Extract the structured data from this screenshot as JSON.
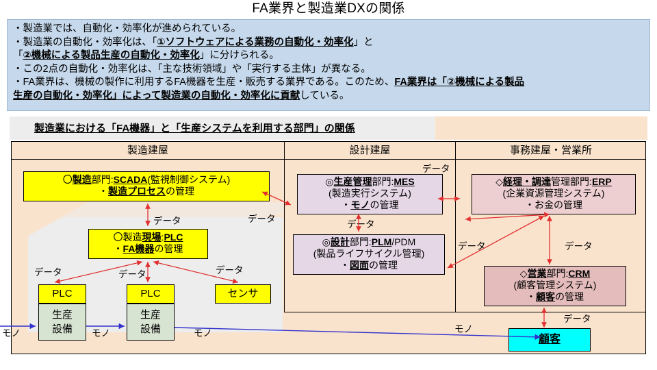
{
  "title": "FA業界と製造業DXの関係",
  "intro": {
    "lines": [
      [
        {
          "t": "・製造業では、自動化・効率化が進められている。",
          "s": "n"
        }
      ],
      [
        {
          "t": "・製造業の自動化・効率化は、「",
          "s": "n"
        },
        {
          "t": "①ソフトウェアによる業務の自動化・効率化",
          "s": "bu"
        },
        {
          "t": "」と",
          "s": "n"
        }
      ],
      [
        {
          "t": "「",
          "s": "n"
        },
        {
          "t": "②機械による製品生産の自動化・効率化",
          "s": "bu"
        },
        {
          "t": "」に分けられる。",
          "s": "n"
        }
      ],
      [
        {
          "t": "・この2点の自動化・効率化は、「主な技術領域」や「実行する主体」が異なる。",
          "s": "n"
        }
      ],
      [
        {
          "t": "・FA業界は、機械の製作に利用するFA機器を生産・販売する業界である。このため、",
          "s": "n"
        },
        {
          "t": "FA業界は「②機械による製品",
          "s": "bu"
        }
      ],
      [
        {
          "t": "生産の自動化・効率化」によって製造業の自動化・効率化に貢献",
          "s": "bu"
        },
        {
          "t": "している。",
          "s": "n"
        }
      ]
    ]
  },
  "subtitle": "製造業における「FA機器」と「生産システムを利用する部門」の関係",
  "columns": [
    {
      "label": "製造建屋"
    },
    {
      "label": "設計建屋"
    },
    {
      "label": "事務建屋・営業所"
    }
  ],
  "boxes": {
    "scada": [
      [
        {
          "t": "〇",
          "s": "n"
        },
        {
          "t": "製造",
          "s": "bu"
        },
        {
          "t": "部門:",
          "s": "n"
        },
        {
          "t": "SCADA",
          "s": "bu"
        },
        {
          "t": "(監視制御システム)",
          "s": "n"
        }
      ],
      [
        {
          "t": "・",
          "s": "n"
        },
        {
          "t": "製造プロセス",
          "s": "bu"
        },
        {
          "t": "の管理",
          "s": "n"
        }
      ]
    ],
    "plc_site": [
      [
        {
          "t": "〇製造",
          "s": "n"
        },
        {
          "t": "現場",
          "s": "bu"
        },
        {
          "t": ":",
          "s": "n"
        },
        {
          "t": "PLC",
          "s": "bu"
        }
      ],
      [
        {
          "t": "・",
          "s": "n"
        },
        {
          "t": "FA機器",
          "s": "bu"
        },
        {
          "t": "の管理",
          "s": "n"
        }
      ]
    ],
    "plc1": "PLC",
    "plc2": "PLC",
    "sensor": "センサ",
    "equip1_l1": "生産",
    "equip1_l2": "設備",
    "equip2_l1": "生産",
    "equip2_l2": "設備",
    "mes": [
      [
        {
          "t": "◎",
          "s": "n"
        },
        {
          "t": "生産管理",
          "s": "bu"
        },
        {
          "t": "部門:",
          "s": "n"
        },
        {
          "t": "MES",
          "s": "bu"
        }
      ],
      [
        {
          "t": "(製造実行システム)",
          "s": "n"
        }
      ],
      [
        {
          "t": "・",
          "s": "n"
        },
        {
          "t": "モノ",
          "s": "bu"
        },
        {
          "t": "の管理",
          "s": "n"
        }
      ]
    ],
    "plm": [
      [
        {
          "t": "◎",
          "s": "n"
        },
        {
          "t": "設計",
          "s": "bu"
        },
        {
          "t": "部門:",
          "s": "n"
        },
        {
          "t": "PLM",
          "s": "bu"
        },
        {
          "t": "/PDM",
          "s": "n"
        }
      ],
      [
        {
          "t": "(製品ライフサイクル管理)",
          "s": "n"
        }
      ],
      [
        {
          "t": "・",
          "s": "n"
        },
        {
          "t": "図面",
          "s": "bu"
        },
        {
          "t": "の管理",
          "s": "n"
        }
      ]
    ],
    "erp": [
      [
        {
          "t": "◇",
          "s": "n"
        },
        {
          "t": "経理・調達",
          "s": "bu"
        },
        {
          "t": "管理部門:",
          "s": "n"
        },
        {
          "t": "ERP",
          "s": "bu"
        }
      ],
      [
        {
          "t": "(企業資源管理システム)",
          "s": "n"
        }
      ],
      [
        {
          "t": "・お金の管理",
          "s": "n"
        }
      ]
    ],
    "crm": [
      [
        {
          "t": "◇",
          "s": "n"
        },
        {
          "t": "営業",
          "s": "bu"
        },
        {
          "t": "部門:",
          "s": "n"
        },
        {
          "t": "CRM",
          "s": "bu"
        }
      ],
      [
        {
          "t": "(顧客管理システム)",
          "s": "n"
        }
      ],
      [
        {
          "t": "・",
          "s": "n"
        },
        {
          "t": "顧客",
          "s": "bu"
        },
        {
          "t": "の管理",
          "s": "n"
        }
      ]
    ],
    "customer": "顧客"
  },
  "edge_labels": {
    "data": "データ",
    "mono": "モノ"
  },
  "colors": {
    "intro_bg": "#c6d9ec",
    "frame_bg": "#fae3cd",
    "factory_bg": "#ededed",
    "yellow": "#ffff00",
    "lavender": "#e6d7e7",
    "pink": "#edcfd1",
    "pink_dark": "#e5bcbc",
    "green": "#d8e4d2",
    "cyan": "#00ffff",
    "data_arrow": "#e03030",
    "mono_arrow": "#3333cc"
  }
}
